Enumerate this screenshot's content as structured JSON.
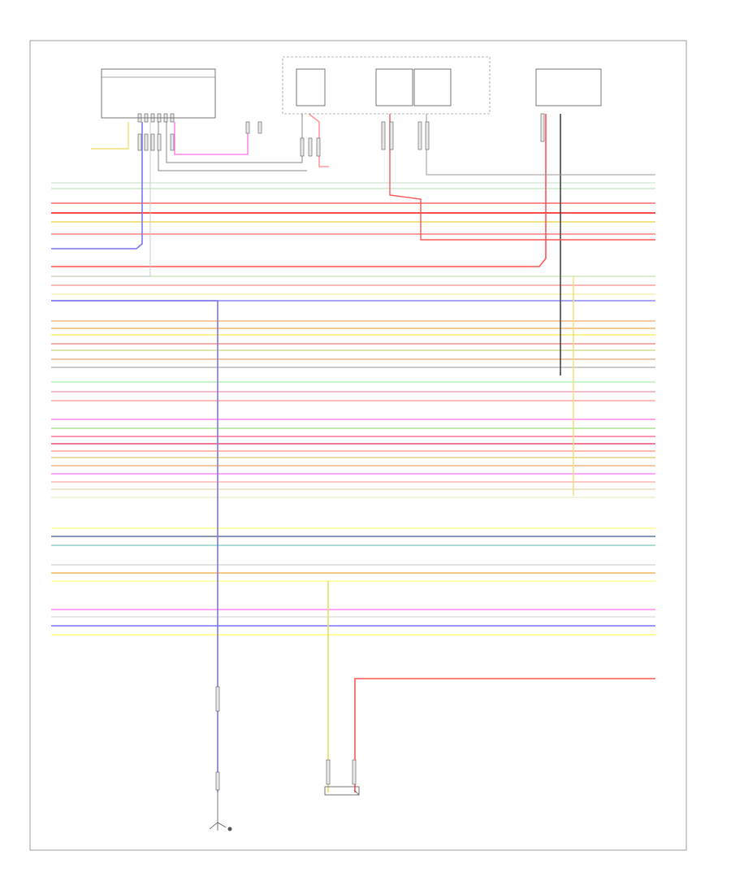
{
  "diagram": {
    "footer_code": "",
    "lines": [
      {
        "id": "w1",
        "color": "#d8e8d8",
        "stroke": 1.6
      },
      {
        "id": "w2",
        "color": "#cce8cc",
        "stroke": 1.6
      },
      {
        "id": "w3",
        "color": "#ff8080",
        "stroke": 1.8
      },
      {
        "id": "w4",
        "color": "#ff3333",
        "stroke": 1.8
      },
      {
        "id": "w5",
        "color": "#f0e070",
        "stroke": 1.8
      },
      {
        "id": "w6",
        "color": "#ff8080",
        "stroke": 1.6
      },
      {
        "id": "w7",
        "color": "#7777ee",
        "stroke": 1.6
      },
      {
        "id": "w8",
        "color": "#ff9999",
        "stroke": 1.6
      },
      {
        "id": "w9",
        "color": "#d0e8c0",
        "stroke": 1.6
      },
      {
        "id": "w10",
        "color": "#ffa0a0",
        "stroke": 1.6
      },
      {
        "id": "w11",
        "color": "#fff0b0",
        "stroke": 1.6
      },
      {
        "id": "w12",
        "color": "#8888ee",
        "stroke": 1.6
      },
      {
        "id": "b1",
        "color": "#f7c090",
        "stroke": 1.8
      },
      {
        "id": "b2",
        "color": "#f0c080",
        "stroke": 1.8
      },
      {
        "id": "b3",
        "color": "#fff080",
        "stroke": 1.8
      },
      {
        "id": "b4",
        "color": "#f0a0a0",
        "stroke": 1.8
      },
      {
        "id": "b5",
        "color": "#d6e6a0",
        "stroke": 1.8
      },
      {
        "id": "b6",
        "color": "#e8c0a0",
        "stroke": 1.8
      },
      {
        "id": "b7",
        "color": "#bbbbbb",
        "stroke": 1.6
      },
      {
        "id": "b8",
        "color": "#c0f0c0",
        "stroke": 1.8
      },
      {
        "id": "b9",
        "color": "#f0b0c8",
        "stroke": 1.8
      },
      {
        "id": "b10",
        "color": "#ffb0b0",
        "stroke": 1.8
      },
      {
        "id": "c1",
        "color": "#ff99ee",
        "stroke": 1.8
      },
      {
        "id": "c2",
        "color": "#b8e8a0",
        "stroke": 1.8
      },
      {
        "id": "c3",
        "color": "#ff88aa",
        "stroke": 1.8
      },
      {
        "id": "c4",
        "color": "#ee6688",
        "stroke": 1.8
      },
      {
        "id": "c5",
        "color": "#ffb0a0",
        "stroke": 1.8
      },
      {
        "id": "c6",
        "color": "#e8d890",
        "stroke": 1.8
      },
      {
        "id": "c7",
        "color": "#f0c090",
        "stroke": 1.8
      },
      {
        "id": "c8",
        "color": "#ff99ff",
        "stroke": 1.8
      },
      {
        "id": "c9",
        "color": "#ffc0c0",
        "stroke": 1.8
      },
      {
        "id": "c10",
        "color": "#f0e0c0",
        "stroke": 1.8
      },
      {
        "id": "c11",
        "color": "#f0f0d0",
        "stroke": 1.6
      },
      {
        "id": "d1",
        "color": "#ffffa0",
        "stroke": 1.8
      },
      {
        "id": "d2",
        "color": "#7788aa",
        "stroke": 1.8
      },
      {
        "id": "d3",
        "color": "#a0d8d0",
        "stroke": 1.8
      },
      {
        "id": "e1",
        "color": "#d8d8d8",
        "stroke": 1.6
      },
      {
        "id": "e2",
        "color": "#f0c070",
        "stroke": 1.8
      },
      {
        "id": "e3",
        "color": "#ffff99",
        "stroke": 1.6
      },
      {
        "id": "f1",
        "color": "#ff99ff",
        "stroke": 1.8
      },
      {
        "id": "f2",
        "color": "#e0e0e0",
        "stroke": 1.6
      },
      {
        "id": "f3",
        "color": "#8888ff",
        "stroke": 1.8
      },
      {
        "id": "f4",
        "color": "#ffff88",
        "stroke": 1.8
      },
      {
        "id": "g1",
        "color": "#ff5555",
        "stroke": 1.8
      }
    ]
  }
}
